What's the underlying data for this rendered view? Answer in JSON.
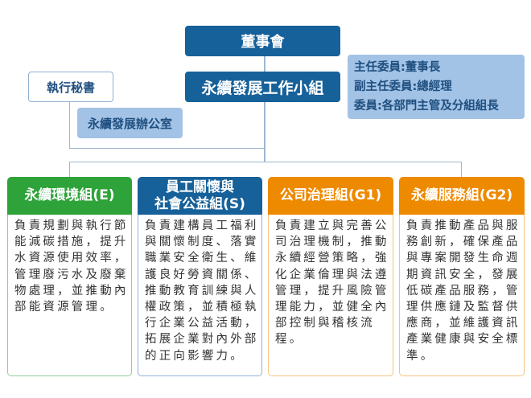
{
  "board": "董事會",
  "working_group": "永續發展工作小組",
  "exec_secretary": "執行秘書",
  "office": "永續發展辦公室",
  "members": [
    "主任委員:董事長",
    "副主任委員:總經理",
    "委員:各部門主管及分組組長"
  ],
  "colors": {
    "dark_blue": "#17619a",
    "light_blue": "#a3c3e6",
    "green": "#2ea339",
    "orange": "#ee8a00"
  },
  "groups": [
    {
      "title": "永續環境組(E)",
      "lines": [
        "負責規劃與執行節",
        "能減碳措施，提升",
        "水資源使用效率，",
        "管理廢污水及廢棄",
        "物處理，並推動內",
        "部能資源管理。"
      ]
    },
    {
      "title_lines": [
        "員工關懷與",
        "社會公益組(S)"
      ],
      "lines": [
        "負責建構員工福利",
        "與關懷制度、落實",
        "職業安全衛生、維",
        "護良好勞資關係、",
        "推動教育訓練與人",
        "權政策，並積極執",
        "行企業公益活動，",
        "拓展企業對內外部",
        "的正向影響力。"
      ]
    },
    {
      "title": "公司治理組(G1)",
      "lines": [
        "負責建立與完善公",
        "司治理機制，推動",
        "永續經營策略，強",
        "化企業倫理與法遵",
        "管理，提升風險管",
        "理能力，並健全內",
        "部控制與稽核流",
        "程。"
      ]
    },
    {
      "title": "永續服務組(G2)",
      "lines": [
        "負責推動產品與服",
        "務創新，確保產品",
        "與專案開發生命週",
        "期資訊安全，發展",
        "低碳產品服務，管",
        "理供應鏈及監督供",
        "應商，並維護資訊",
        "產業健康與安全標",
        "準。"
      ]
    }
  ]
}
